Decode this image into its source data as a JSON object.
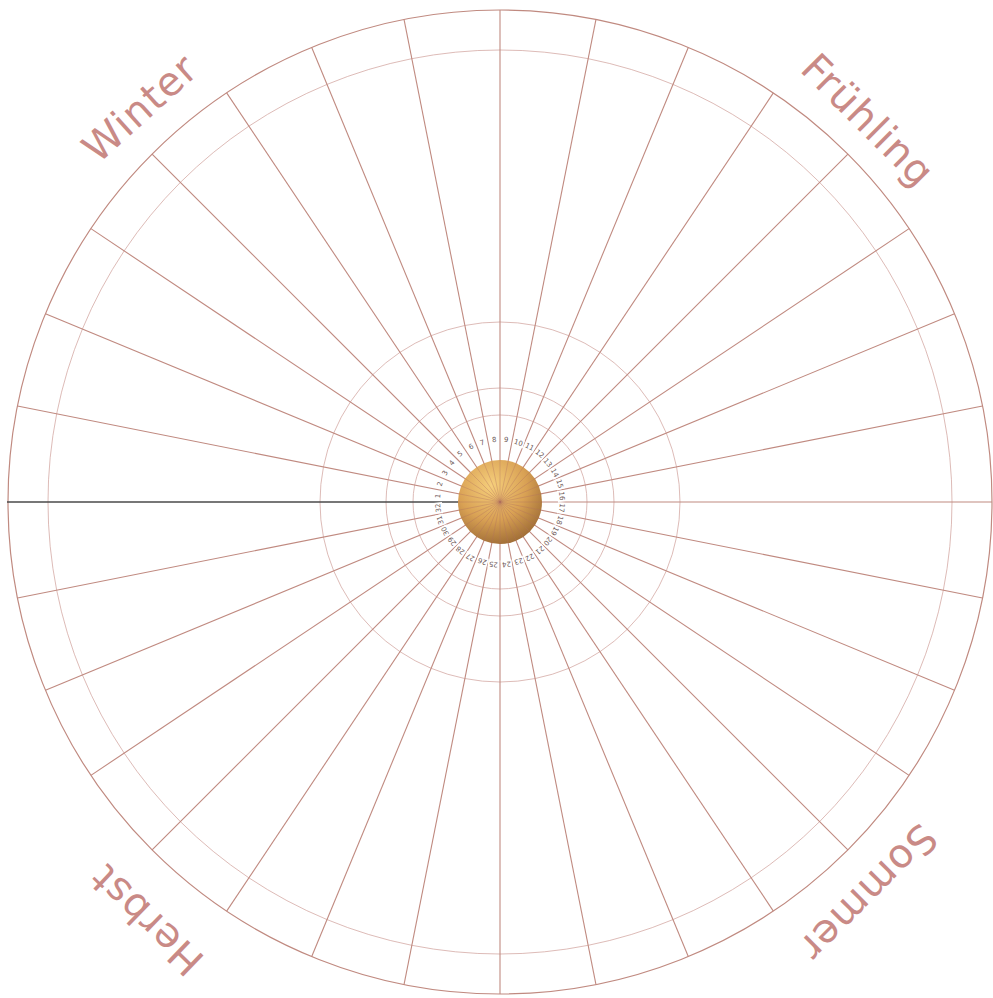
{
  "diagram": {
    "labels": [
      "Winter",
      "Frühling",
      "Sommer",
      "Herbst",
      "1",
      "2",
      "3",
      "4",
      "5",
      "6",
      "7",
      "8",
      "9",
      "10",
      "11",
      "12",
      "13",
      "14",
      "15",
      "16",
      "17",
      "18",
      "19",
      "20",
      "21",
      "22",
      "23",
      "24",
      "25",
      "26",
      "27",
      "28",
      "29",
      "30",
      "31",
      "32"
    ]
  }
}
